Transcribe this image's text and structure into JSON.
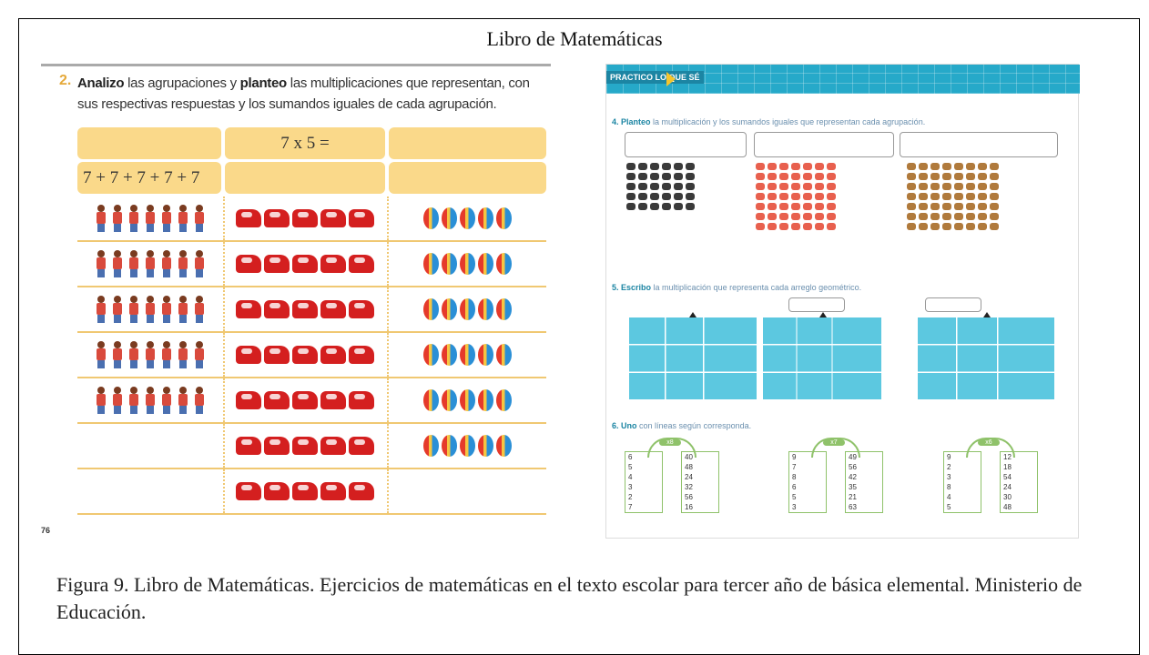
{
  "document": {
    "title": "Libro de Matemáticas",
    "caption": "Figura 9. Libro de Matemáticas. Ejercicios de matemáticas en el texto escolar para tercer año de básica elemental. Ministerio de Educación."
  },
  "left_page": {
    "exercise_number": "2.",
    "instruction_bold_1": "Analizo",
    "instruction_part_1": " las agrupaciones y ",
    "instruction_bold_2": "planteo",
    "instruction_part_2": " las multiplicaciones que representan, con sus respectivas respuestas y los sumandos iguales de cada agrupación.",
    "header_row_1": [
      "",
      "7 x 5 =",
      ""
    ],
    "header_row_2": [
      "7 + 7 + 7 + 7 + 7",
      "",
      ""
    ],
    "groups": [
      {
        "name": "girls",
        "per_row": 7,
        "rows": 5,
        "icon": "girl-icon"
      },
      {
        "name": "cars",
        "per_row": 5,
        "rows": 7,
        "icon": "car-icon"
      },
      {
        "name": "balloons",
        "per_row": 5,
        "rows": 6,
        "icon": "balloon-icon"
      }
    ],
    "page_number": "76"
  },
  "right_page": {
    "header_tag": "PRACTICO LO QUE SÉ",
    "inst_a_bold": "4. Planteo",
    "inst_a": " la multiplicación y los sumandos iguales que representan cada agrupación.",
    "inst_b_bold": "5. Escribo",
    "inst_b": " la multiplicación que representa cada arreglo geométrico.",
    "inst_c_bold": "6. Uno",
    "inst_c": " con líneas según corresponda.",
    "matching": [
      {
        "label": "x8",
        "left": [
          "6",
          "5",
          "4",
          "3",
          "2",
          "7"
        ],
        "right": [
          "40",
          "48",
          "24",
          "32",
          "56",
          "16"
        ]
      },
      {
        "label": "x7",
        "left": [
          "9",
          "7",
          "8",
          "6",
          "5",
          "3"
        ],
        "right": [
          "49",
          "56",
          "42",
          "35",
          "21",
          "63"
        ]
      },
      {
        "label": "x6",
        "left": [
          "9",
          "2",
          "3",
          "8",
          "4",
          "5"
        ],
        "right": [
          "12",
          "18",
          "54",
          "24",
          "30",
          "48"
        ]
      }
    ],
    "colors": {
      "header": "#26a9c9",
      "geo_fill": "#5cc8e0",
      "arch": "#8fc26a"
    }
  }
}
